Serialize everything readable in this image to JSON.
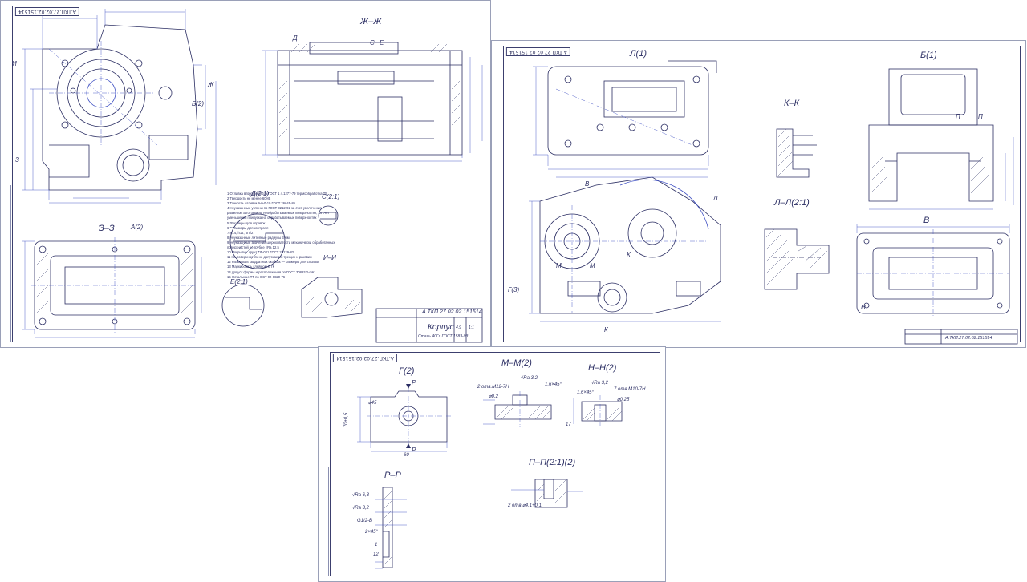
{
  "drawing_code": "А.ТКП.27.02.02.151514",
  "part_name": "Корпус",
  "material": "Сталь 40Гл ГОСТ 1583-93",
  "sheet1": {
    "views": {
      "zh": "Ж–Ж",
      "z": "З–З",
      "d": "Д(2:1)",
      "s": "С(2:1)",
      "e": "Е(2:1)",
      "ii": "И–И",
      "a_ref": "А(2)",
      "b_ref": "Б(2)"
    },
    "marks": {
      "i": "И",
      "zh": "Ж",
      "z": "З",
      "d": "Д",
      "s": "С",
      "e": "Е"
    },
    "scale_cells": [
      "4,9",
      "1:1"
    ],
    "notes": [
      "1 Отливка второго класса ГОСТ 1 4.1277-79 термообработка Т5",
      "2 Твердость не менее 60НВ",
      "3 Точность отливки 9-0-0-10 ГОСТ 26645-85",
      "4 Неуказанные уклоны по ГОСТ 3212-92 за счет увеличения",
      "размеров заготовки на необрабатываемых поверхностях, за счет",
      "уменьшения припуска на обрабатываемых поверхностях",
      "5 *Размеры для справок",
      "6 **Размеры для контроля",
      "7 Н14, h14, ±IT/2",
      "8 Неуказанные литейные радиусы 3 мм",
      "9 Неуказанные значения шероховатости механически обработанных",
      "поверхностей не грубее √Ra 12,5",
      "10 Покрытие: грунт ГФ-021 ГОСТ 25129-82",
      "11 На поверхностях не допускается трещин и раковин",
      "12 Размеры в квадратных скобках — размеры для справок",
      "13 Маркировать клеймом ОТК",
      "14 Допуск формы и расположения по ГОСТ 30893.2-mK",
      "15 Остальные ТТ по ОСТ 92-8820-76"
    ]
  },
  "sheet2": {
    "views": {
      "l1": "Л(1)",
      "b1": "Б(1)",
      "kk": "К–К",
      "ll": "Л–Л(2:1)",
      "v": "В",
      "g3": "Г(3)"
    },
    "marks": {
      "m1": "М",
      "m2": "М",
      "k1": "К",
      "k2": "К",
      "p1": "П",
      "p2": "П",
      "v": "В",
      "l": "Л",
      "n": "Н"
    }
  },
  "sheet3": {
    "views": {
      "g2": "Г(2)",
      "mm": "М–М(2)",
      "nn": "Н–Н(2)",
      "pp": "Р–Р",
      "pp2": "П–П(2:1)(2)"
    },
    "marks": {
      "r1": "Р",
      "r2": "Р"
    },
    "dims": {
      "d45": "⌀45",
      "w60": "60",
      "h70": "70±0,5",
      "mm_holes": "2 отв.М12-7Н",
      "mm_ra": "√Ra 3,2",
      "mm_ch": "1,6×45°",
      "mm_tol": "⌀0,2",
      "nn_holes": "7 отв.М10-7Н",
      "nn_ra": "√Ra 3,2",
      "nn_ch": "1,6×45°",
      "nn_tol": "⌀0,25",
      "nn_17": "17",
      "pp_ra1": "√Ra 6,3",
      "pp_ra2": "√Ra 3,2",
      "pp_thr": "G1/2-B",
      "pp_ch": "2×45°",
      "pp_1": "1",
      "pp_12": "12",
      "pp2_holes": "2 отв ⌀4,1+0,1"
    }
  },
  "colors": {
    "line": "#2b2e63",
    "dim": "#3d4ec2",
    "hatch": "#5a5e86",
    "paper": "#ffffff"
  }
}
